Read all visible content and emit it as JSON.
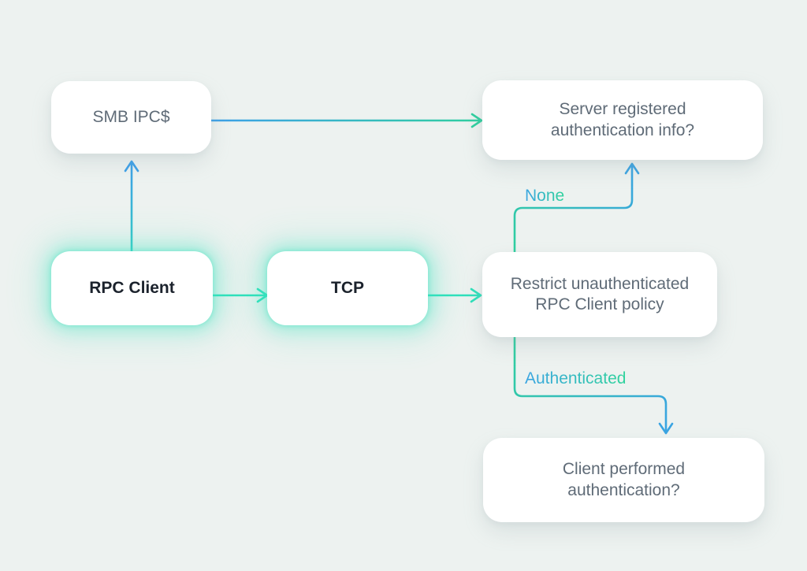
{
  "diagram": {
    "nodes": [
      {
        "id": "smb-ipc",
        "label": "SMB IPC$"
      },
      {
        "id": "server-registered-auth-info",
        "label": "Server registered authentication info?"
      },
      {
        "id": "rpc-client",
        "label": "RPC Client"
      },
      {
        "id": "tcp",
        "label": "TCP"
      },
      {
        "id": "restrict-unauthenticated-rpc-client-policy",
        "label": "Restrict unauthenticated RPC Client policy"
      },
      {
        "id": "client-performed-authentication",
        "label": "Client performed authentication?"
      }
    ],
    "edge_labels": [
      {
        "id": "none",
        "text": "None"
      },
      {
        "id": "authenticated",
        "text": "Authenticated"
      }
    ],
    "colors": {
      "background": "#edf2f0",
      "node_fill": "#ffffff",
      "node_text_gray": "#5f6b77",
      "node_text_dark": "#1b222c",
      "arrow_teal": "#2fe0bb",
      "arrow_blue": "#3da0e8",
      "arrow_green": "#2fcf9f",
      "emphasis_glow": "#40e4c0"
    }
  }
}
